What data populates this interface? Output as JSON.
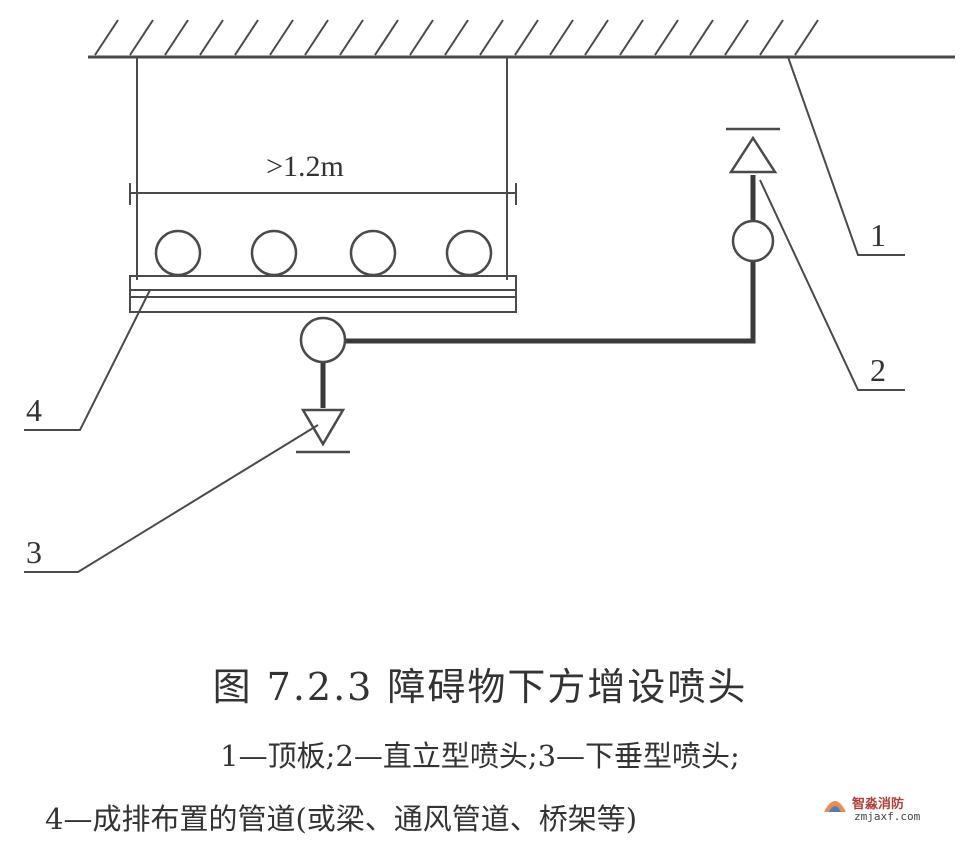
{
  "diagram": {
    "dimension_label": ">1.2m",
    "callouts": [
      "1",
      "2",
      "3",
      "4"
    ]
  },
  "caption": {
    "title": "图 7.2.3   障碍物下方增设喷头",
    "legend_line1": "1—顶板;2—直立型喷头;3—下垂型喷头;",
    "legend_line2": "4—成排布置的管道(或梁、通风管道、桥架等)"
  },
  "watermark": {
    "name": "智淼消防",
    "url": "zmjaxf.com"
  },
  "colors": {
    "line": "#4a4a4a",
    "pipe": "#3a3a3a",
    "text": "#333333",
    "watermark_red": "#b0403a"
  }
}
